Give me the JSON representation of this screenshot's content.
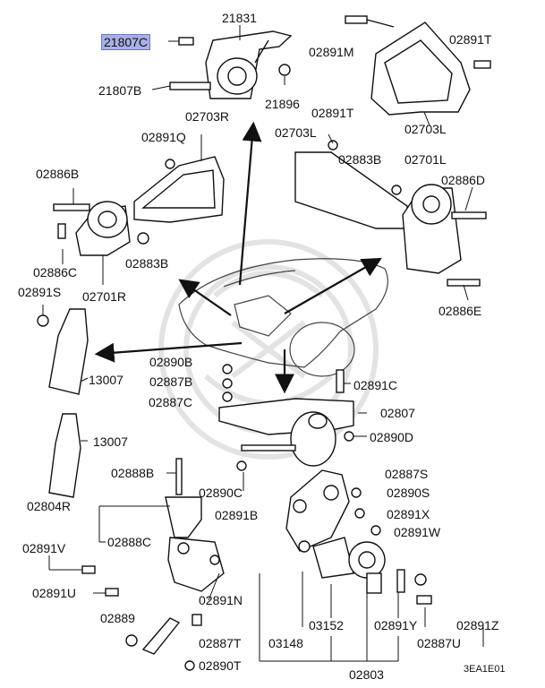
{
  "diagram": {
    "highlighted_part": "21807C",
    "labels": [
      {
        "id": "21807C",
        "text": "21807C",
        "highlight": true
      },
      {
        "id": "21831",
        "text": "21831"
      },
      {
        "id": "02891M",
        "text": "02891M"
      },
      {
        "id": "02891T_a",
        "text": "02891T"
      },
      {
        "id": "21807B",
        "text": "21807B"
      },
      {
        "id": "21896",
        "text": "21896"
      },
      {
        "id": "02891T_b",
        "text": "02891T"
      },
      {
        "id": "02703R",
        "text": "02703R"
      },
      {
        "id": "02703L_a",
        "text": "02703L"
      },
      {
        "id": "02891Q",
        "text": "02891Q"
      },
      {
        "id": "02703L_b",
        "text": "02703L"
      },
      {
        "id": "02883B_a",
        "text": "02883B"
      },
      {
        "id": "02701L",
        "text": "02701L"
      },
      {
        "id": "02886B",
        "text": "02886B"
      },
      {
        "id": "02886D",
        "text": "02886D"
      },
      {
        "id": "02886C",
        "text": "02886C"
      },
      {
        "id": "02883B_b",
        "text": "02883B"
      },
      {
        "id": "02891S",
        "text": "02891S"
      },
      {
        "id": "02701R",
        "text": "02701R"
      },
      {
        "id": "02886E",
        "text": "02886E"
      },
      {
        "id": "02890B",
        "text": "02890B"
      },
      {
        "id": "02887B",
        "text": "02887B"
      },
      {
        "id": "13007_a",
        "text": "13007"
      },
      {
        "id": "02891C",
        "text": "02891C"
      },
      {
        "id": "02887C",
        "text": "02887C"
      },
      {
        "id": "02807",
        "text": "02807"
      },
      {
        "id": "13007_b",
        "text": "13007"
      },
      {
        "id": "02890D",
        "text": "02890D"
      },
      {
        "id": "02888B",
        "text": "02888B"
      },
      {
        "id": "02887S",
        "text": "02887S"
      },
      {
        "id": "02804R",
        "text": "02804R"
      },
      {
        "id": "02890C",
        "text": "02890C"
      },
      {
        "id": "02890S",
        "text": "02890S"
      },
      {
        "id": "02891B",
        "text": "02891B"
      },
      {
        "id": "02891X",
        "text": "02891X"
      },
      {
        "id": "02888C",
        "text": "02888C"
      },
      {
        "id": "02891W",
        "text": "02891W"
      },
      {
        "id": "02891V",
        "text": "02891V"
      },
      {
        "id": "02891U",
        "text": "02891U"
      },
      {
        "id": "02891N",
        "text": "02891N"
      },
      {
        "id": "02889",
        "text": "02889"
      },
      {
        "id": "03152",
        "text": "03152"
      },
      {
        "id": "02891Y",
        "text": "02891Y"
      },
      {
        "id": "02891Z",
        "text": "02891Z"
      },
      {
        "id": "02887T",
        "text": "02887T"
      },
      {
        "id": "03148",
        "text": "03148"
      },
      {
        "id": "02887U",
        "text": "02887U"
      },
      {
        "id": "02890T",
        "text": "02890T"
      },
      {
        "id": "02803",
        "text": "02803"
      }
    ],
    "figure_code": "3EA1E01",
    "colors": {
      "highlight_fill": "#a9b0e6",
      "highlight_border": "#6d77c8",
      "ink": "#111111",
      "watermark": "#e6e6e6"
    }
  }
}
